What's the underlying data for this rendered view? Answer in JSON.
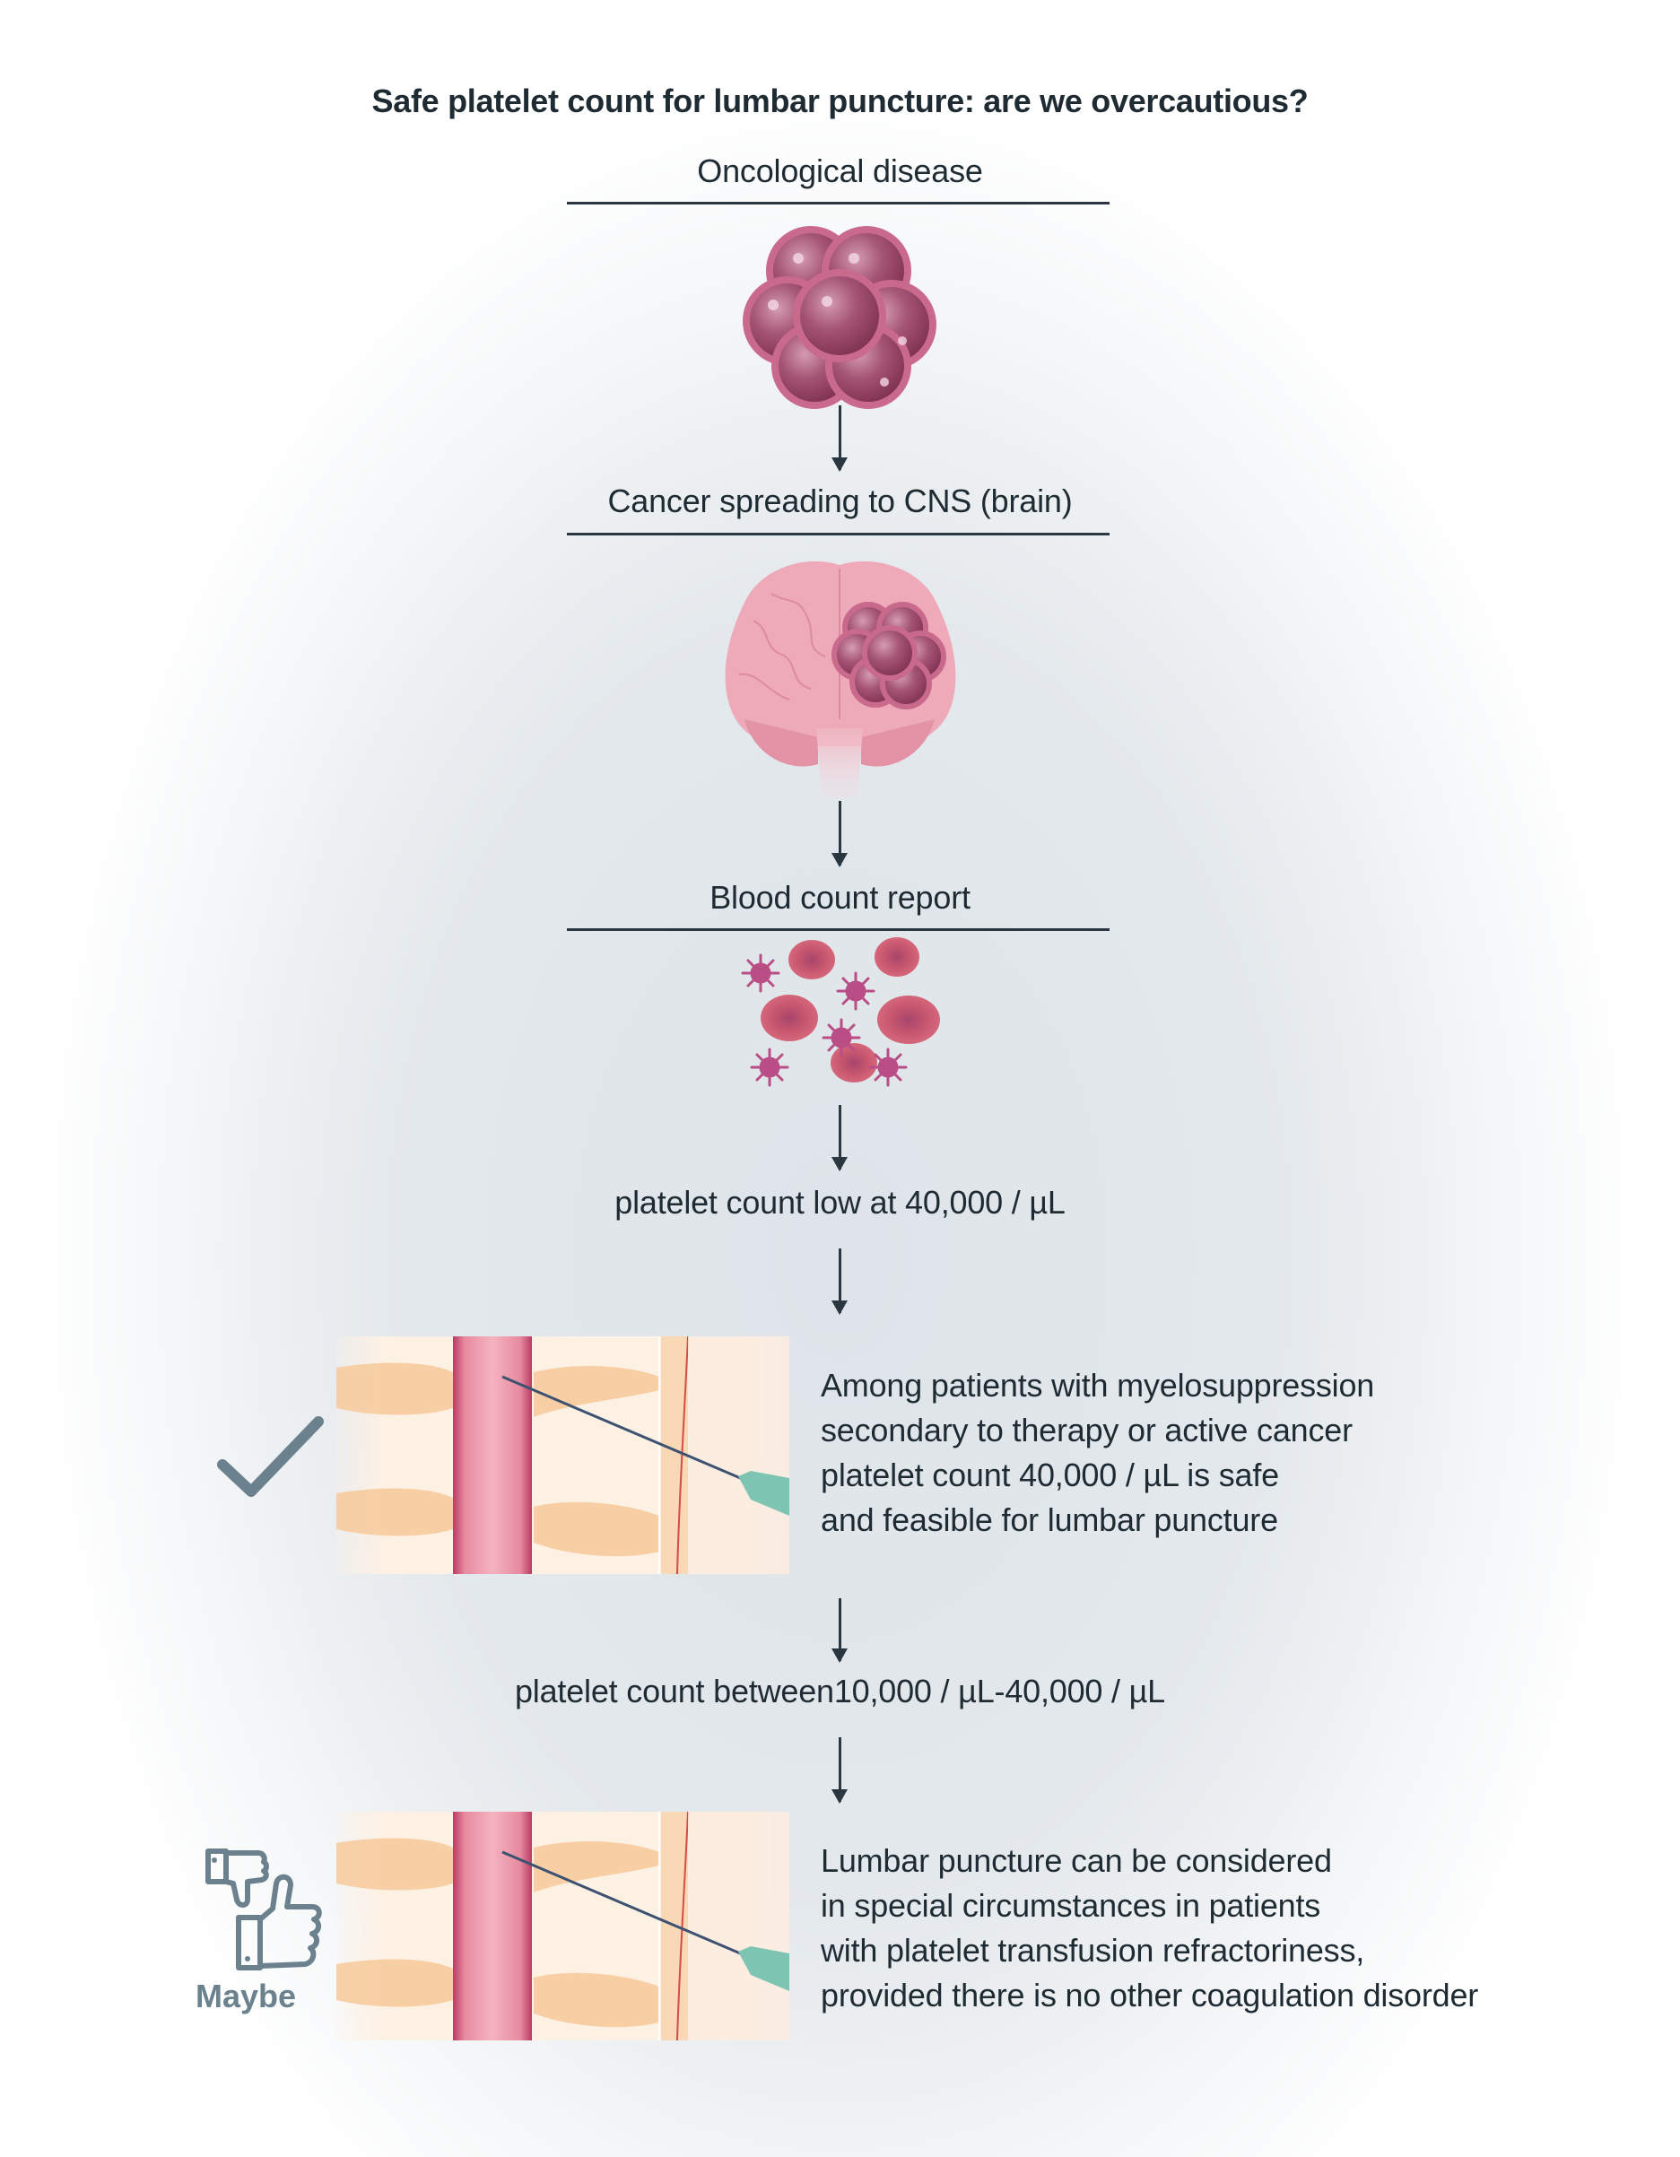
{
  "title": "Safe platelet count for lumbar puncture: are we overcautious?",
  "steps": {
    "oncological": "Oncological disease",
    "cns": "Cancer spreading to CNS (brain)",
    "blood": "Blood count report",
    "low_count": "platelet count low at 40,000 / µL",
    "between_count": "platelet count between10,000 / µL-40,000 / µL"
  },
  "outcome_safe": {
    "icon": "checkmark-icon",
    "lines": [
      "Among patients with myelosuppression",
      "secondary to therapy or active cancer",
      "platelet count 40,000 / µL is safe",
      "and feasible for lumbar puncture"
    ]
  },
  "outcome_maybe": {
    "icon": "thumbs-up-down-icon",
    "badge": "Maybe",
    "lines": [
      "Lumbar puncture can be considered",
      "in special circumstances in patients",
      "with platelet transfusion refractoriness,",
      "provided there is no other coagulation disorder"
    ]
  },
  "colors": {
    "text": "#1f2b33",
    "icon_gray": "#6c818e",
    "cell_pink": "#b0506f",
    "brain_pink": "#eeaab8",
    "bone_tan": "#f7c99a",
    "needle_hub": "#7ec4b2"
  }
}
